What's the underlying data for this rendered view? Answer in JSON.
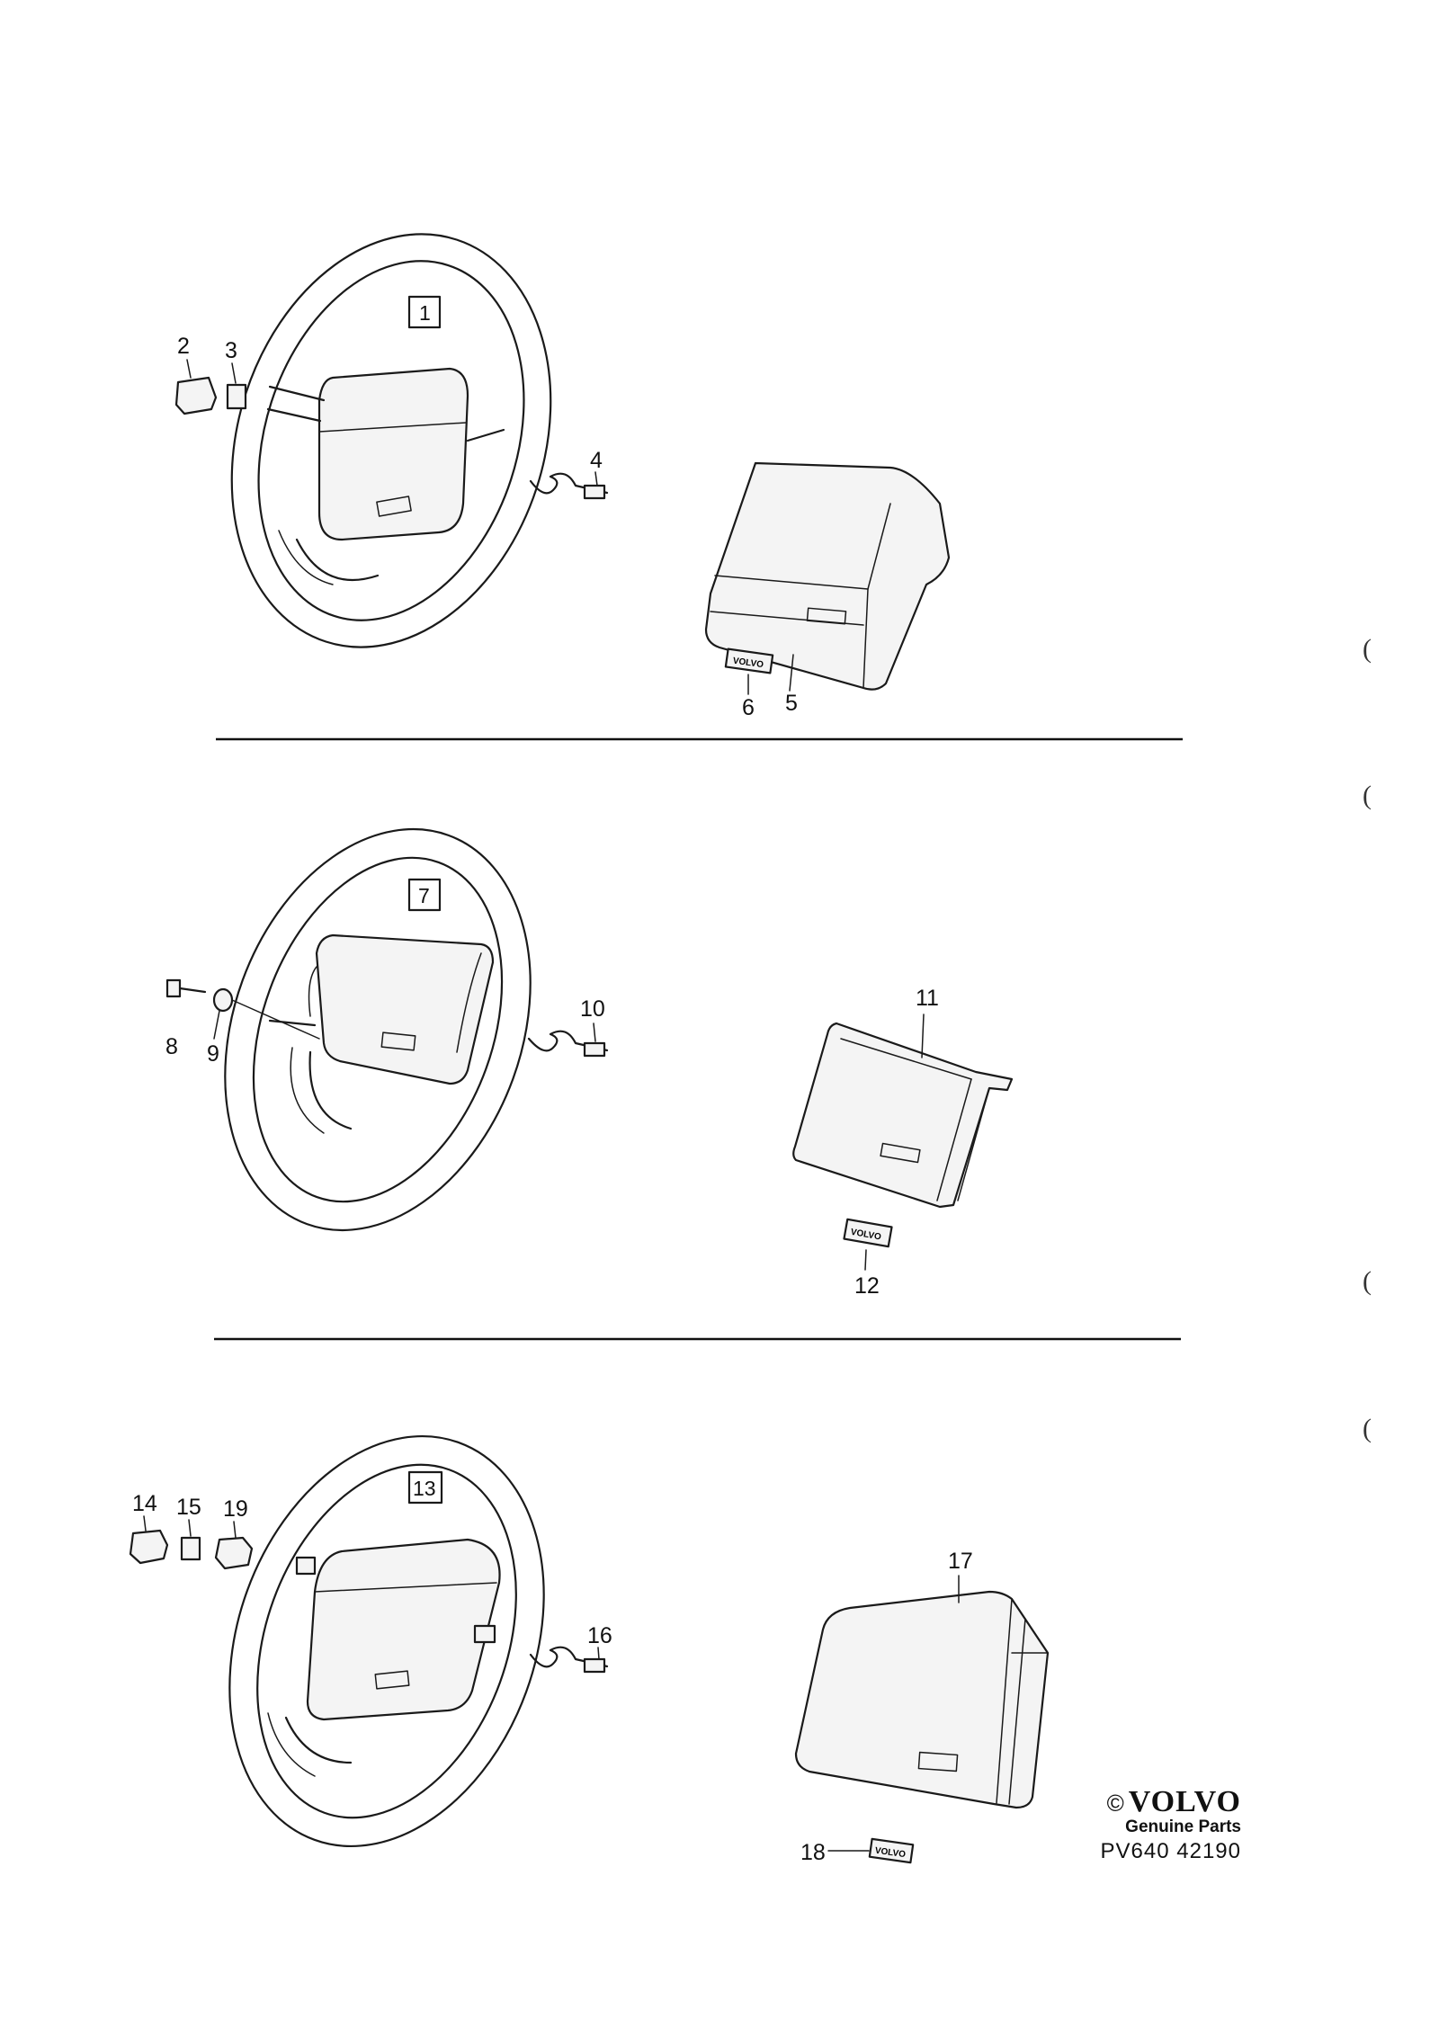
{
  "sections": [
    {
      "group_label": "1",
      "callouts": [
        "2",
        "3",
        "4",
        "5",
        "6"
      ],
      "emblem_text": "VOLVO"
    },
    {
      "group_label": "7",
      "callouts": [
        "8",
        "9",
        "10",
        "11",
        "12"
      ],
      "emblem_text": "VOLVO"
    },
    {
      "group_label": "13",
      "callouts": [
        "14",
        "15",
        "19",
        "16",
        "17",
        "18"
      ],
      "emblem_text": "VOLVO"
    }
  ],
  "brand": {
    "copyright": "©",
    "logo": "VOLVO",
    "tagline": "Genuine Parts",
    "code": "PV640 42190"
  },
  "margin_marks": [
    "(",
    "(",
    "(",
    "("
  ]
}
